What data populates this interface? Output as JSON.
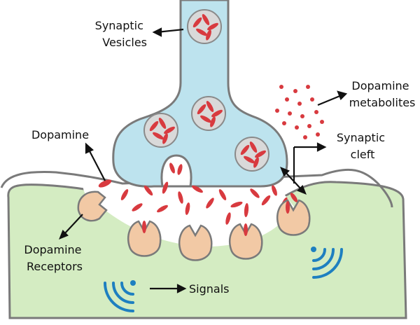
{
  "labels": {
    "synaptic_vesicles": [
      "Synaptic",
      "Vesicles"
    ],
    "dopamine_metabolites": [
      "Dopamine",
      "metabolites"
    ],
    "dopamine": "Dopamine",
    "synaptic_cleft": [
      "Synaptic",
      "cleft"
    ],
    "dopamine_receptors": [
      "Dopamine",
      "Receptors"
    ],
    "signals": "Signals"
  },
  "colors": {
    "axon_fill": "#bde3ee",
    "postsynaptic_fill": "#d4ecc2",
    "receptor_fill": "#f2c9a5",
    "dopamine": "#d83a3f",
    "signal_waves": "#1e7fc0",
    "vesicle_fill": "#d9d9d9",
    "outline": "#7a7a7a"
  }
}
